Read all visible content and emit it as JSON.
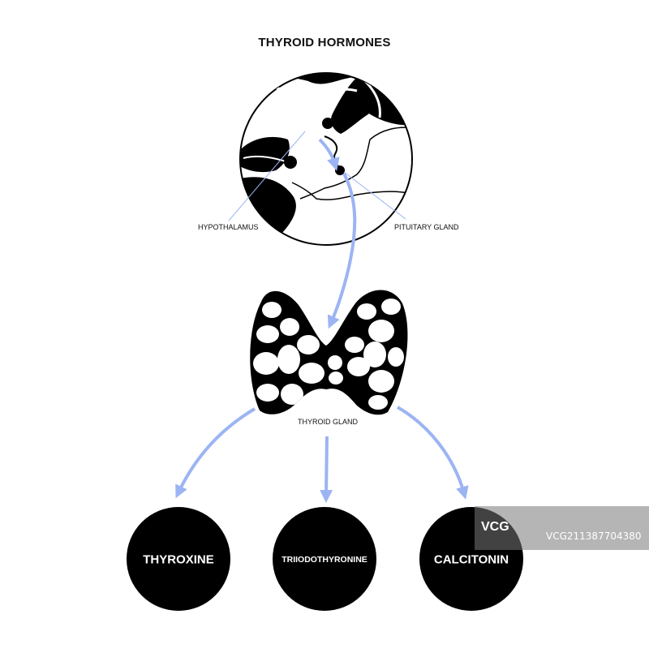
{
  "title": "THYROID HORMONES",
  "labels": {
    "hypothalamus": "HYPOTHALAMUS",
    "pituitary": "PITUITARY GLAND",
    "thyroid": "THYROID GLAND"
  },
  "hormones": [
    {
      "name": "THYROXINE"
    },
    {
      "name": "TRIIODOTHYRONINE"
    },
    {
      "name": "CALCITONIN"
    }
  ],
  "watermark": {
    "logo": "VCG",
    "id": "VCG211387704380"
  },
  "colors": {
    "arrow": "#9cb4f3",
    "ink": "#000000",
    "background": "#ffffff"
  }
}
